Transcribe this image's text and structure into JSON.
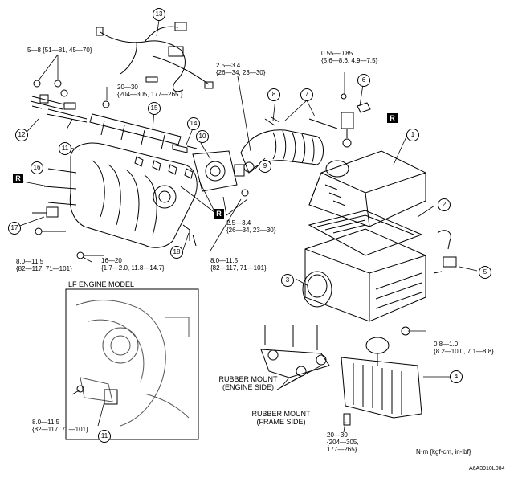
{
  "callouts": [
    "1",
    "2",
    "3",
    "4",
    "5",
    "6",
    "7",
    "8",
    "9",
    "10",
    "11",
    "12",
    "13",
    "14",
    "15",
    "16",
    "17",
    "18"
  ],
  "inset_callout": "11",
  "r_marker": "R",
  "torques": {
    "t_5_8": [
      "5—8 {51—81, 45—70}"
    ],
    "t_20_30_top": [
      "20—30",
      "{204—305, 177—265 }"
    ],
    "t_2_5_top": [
      "2.5—3.4",
      "{26—34, 23—30}"
    ],
    "t_055": [
      "0.55—0.85",
      "{5.6—8.6, 4.9—7.5}"
    ],
    "t_2_5_mid": [
      "2.5—3.4",
      "{26—34, 23—30}"
    ],
    "t_8_11_mid": [
      "8.0—11.5",
      "{82—117, 71—101}"
    ],
    "t_8_11_left": [
      "8.0—11.5",
      "{82—117, 71—101}"
    ],
    "t_16_20": [
      "16—20",
      "{1.7—2.0, 11.8—14.7}"
    ],
    "t_08": [
      "0.8—1.0",
      "{8.2—10.0, 7.1—8.8}"
    ],
    "t_8_11_inset": [
      "8.0—11.5",
      "{82—117, 71—101}"
    ],
    "t_20_30_bottom": [
      "20—30",
      "{204—305,",
      "177—265}"
    ]
  },
  "inset_title": "LF ENGINE MODEL",
  "mount_engine": [
    "RUBBER MOUNT",
    "(ENGINE SIDE)"
  ],
  "mount_frame": [
    "RUBBER MOUNT",
    "(FRAME SIDE)"
  ],
  "units": "N·m {kgf-cm, in-lbf}",
  "figure_code": "A6A3910L004"
}
